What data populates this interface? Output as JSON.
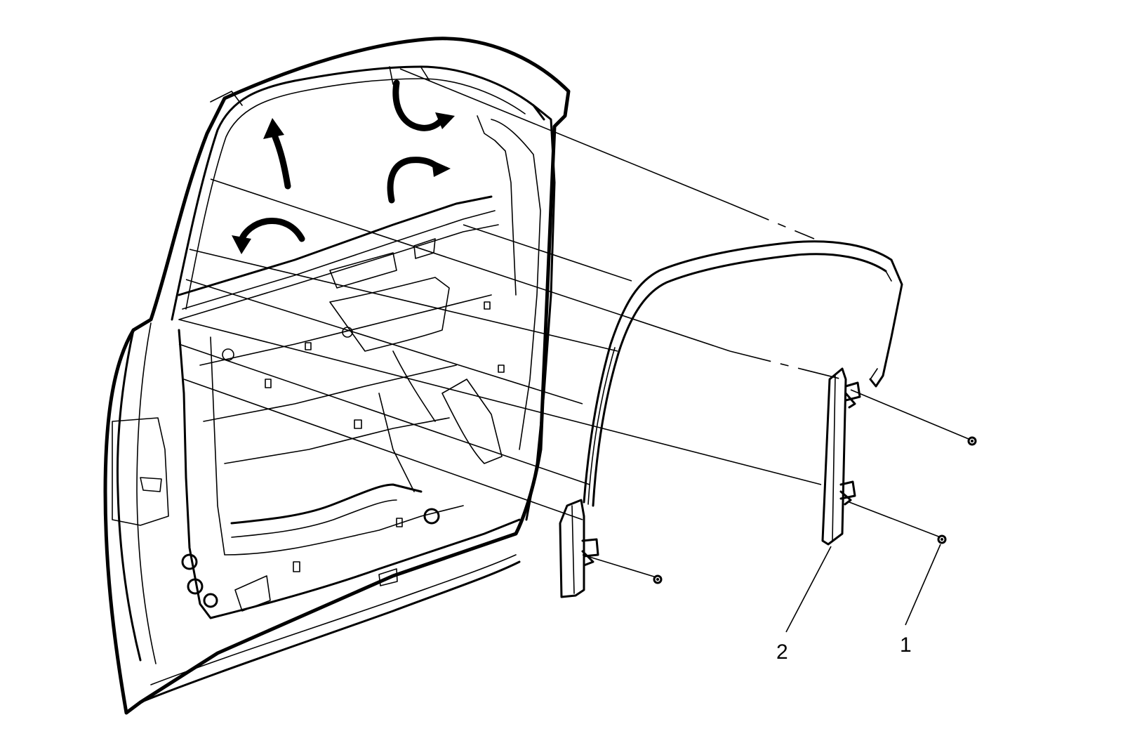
{
  "diagram": {
    "callouts": [
      {
        "id": "1",
        "label": "1"
      },
      {
        "id": "2",
        "label": "2"
      }
    ],
    "colors": {
      "ink": "#000000",
      "background": "#ffffff"
    }
  }
}
